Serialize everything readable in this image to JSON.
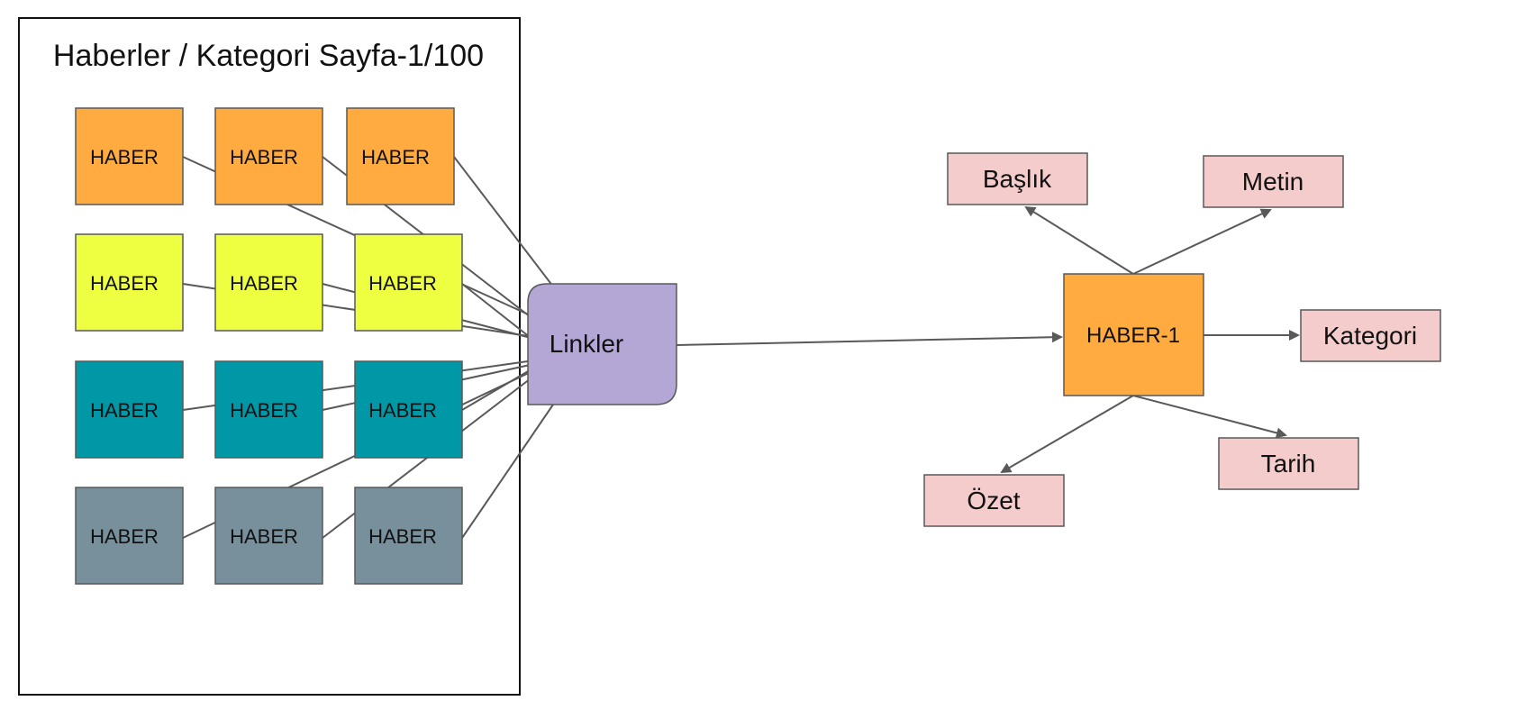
{
  "title": "Haberler / Kategori Sayfa-1/100",
  "rows": [
    {
      "fill": "#ffab40",
      "tiles": [
        "HABER",
        "HABER",
        "HABER"
      ]
    },
    {
      "fill": "#eeff41",
      "tiles": [
        "HABER",
        "HABER",
        "HABER"
      ]
    },
    {
      "fill": "#0097a7",
      "tiles": [
        "HABER",
        "HABER",
        "HABER"
      ]
    },
    {
      "fill": "#78909c",
      "tiles": [
        "HABER",
        "HABER",
        "HABER"
      ]
    }
  ],
  "hub": {
    "label": "Linkler",
    "fill": "#b4a7d6"
  },
  "main": {
    "label": "HABER-1",
    "fill": "#ffab40"
  },
  "properties": {
    "fill": "#f4cccc",
    "baslik": "Başlık",
    "metin": "Metin",
    "kategori": "Kategori",
    "tarih": "Tarih",
    "ozet": "Özet"
  },
  "colors": {
    "edge": "#595959",
    "border": "#595959",
    "frame": "#111111"
  }
}
